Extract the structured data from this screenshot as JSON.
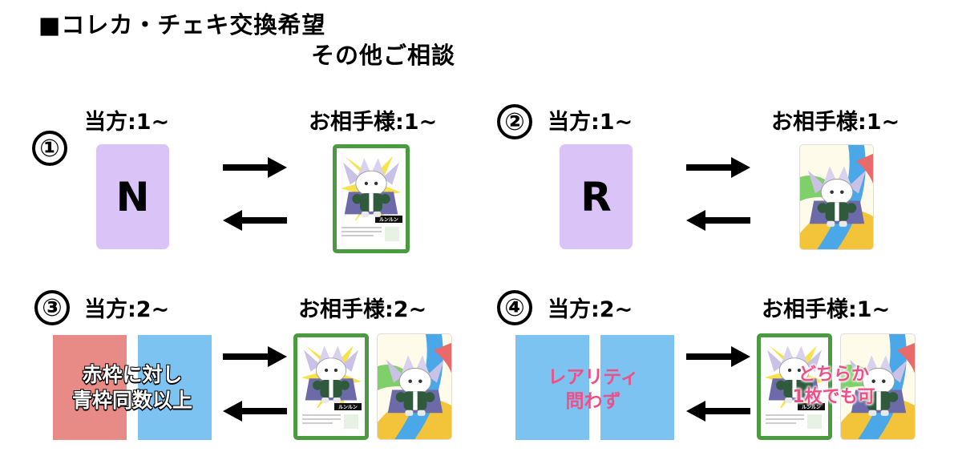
{
  "header": {
    "line1": "■コレカ・チェキ交換希望",
    "line2": "その他ご相談"
  },
  "sections": [
    {
      "num": "①",
      "mine": "当方:1~",
      "theirs": "お相手様:1~",
      "card_letter": "N"
    },
    {
      "num": "②",
      "mine": "当方:1~",
      "theirs": "お相手様:1~",
      "card_letter": "R"
    },
    {
      "num": "③",
      "mine": "当方:2~",
      "theirs": "お相手様:2~",
      "note_line1": "赤枠に対し",
      "note_line2": "青枠同数以上"
    },
    {
      "num": "④",
      "mine": "当方:2~",
      "theirs": "お相手様:1~",
      "note_line1": "レアリティ",
      "note_line2": "問わず",
      "note2_line1": "どちらか",
      "note2_line2": "1枚でも可"
    }
  ],
  "card_name": "ルンルン",
  "colors": {
    "purple_card": "#d9c3f7",
    "red_card": "#e88b87",
    "blue_card": "#7cc3f2",
    "green_frame": "#4a9a3f",
    "pink_text": "#f04f86"
  }
}
